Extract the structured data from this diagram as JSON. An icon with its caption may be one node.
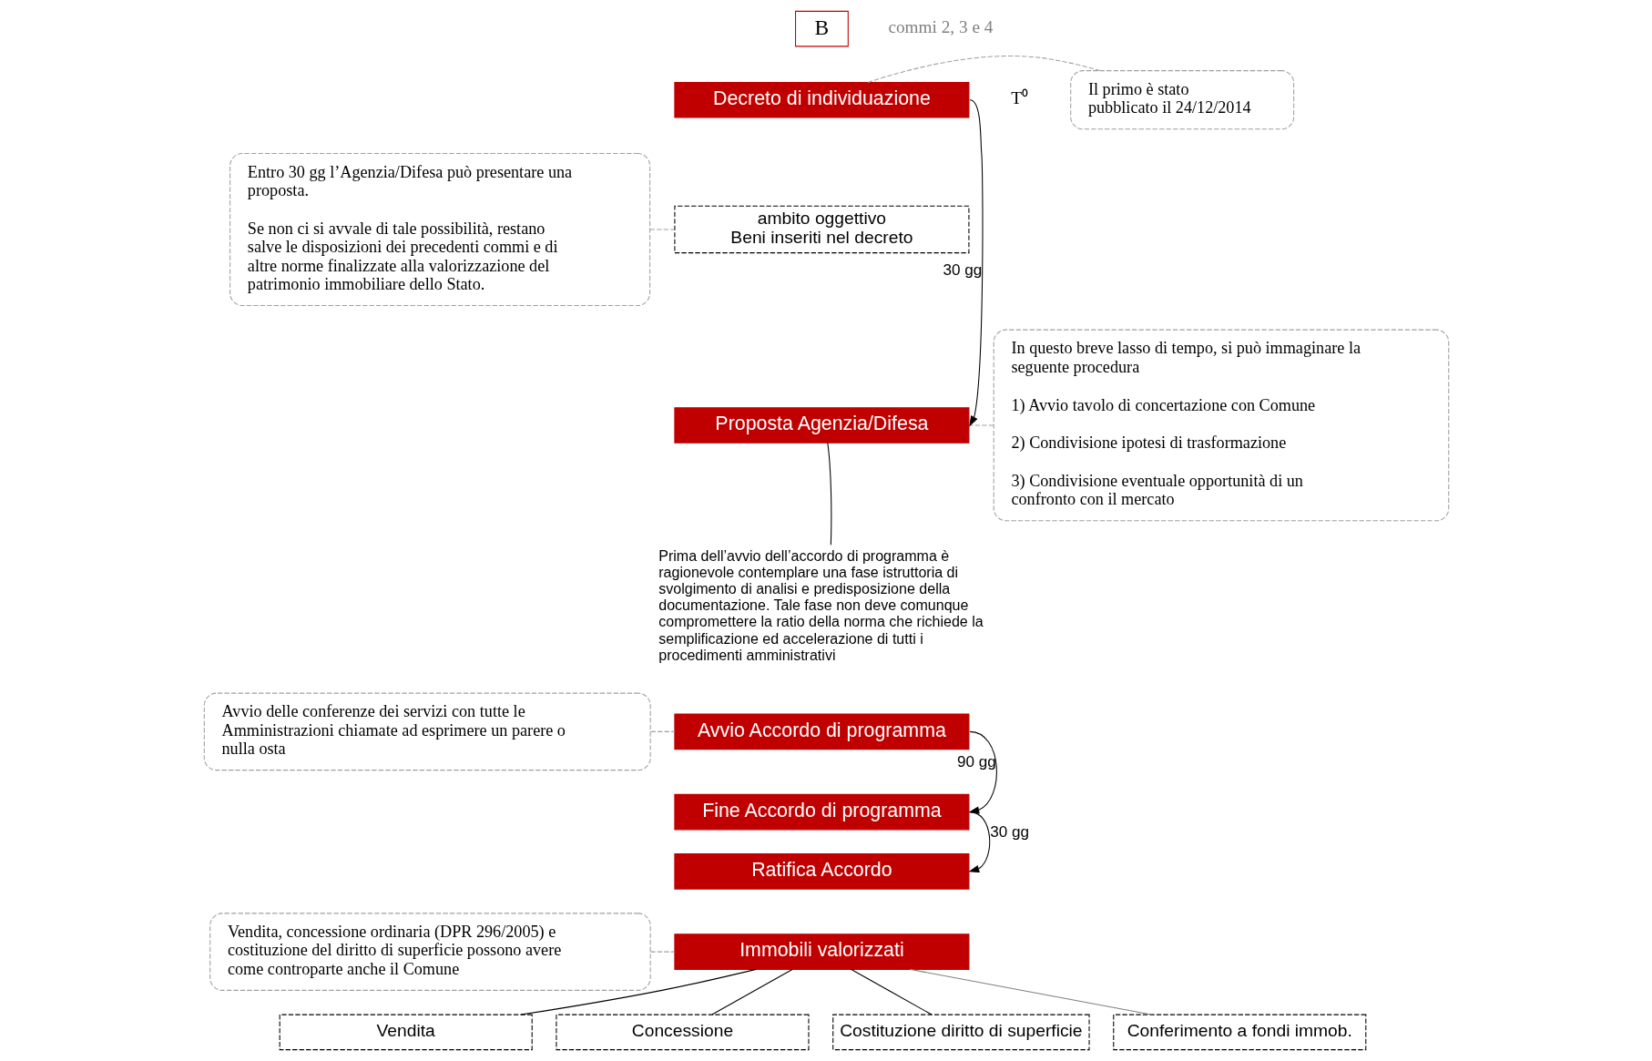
{
  "diagram": {
    "nodes": [
      {
        "text": [
          "Entro 30 gg l’Agenzia/Difesa **può** presentare una proposta.",
          "Se non ci si avvale di tale possibilità, restano salve le disposizioni dei precedenti commi e di altre norme finalizzate alla valorizzazione del patrimonio immobiliare dello Stato."
        ]
      },
      {
        "text": [
          "In questo breve lasso di tempo, si può immaginare la seguente procedura",
          "1) Avvio tavolo di concertazione con Comune",
          "2) Condivisione ipotesi di trasformazione",
          "3) Condivisione eventuale opportunità di un confronto con il mercato"
        ]
      },
      {
        "text": [
          "Avvio delle conferenze dei servizi con tutte le Amministrazioni chiamate ad esprimere un parere o nulla osta"
        ]
      },
      {
        "text": [
          "Vendita, concessione ordinaria (DPR 296/2005) e costituzione del diritto di superficie possono avere come controparte anche il Comune"
        ]
      },
      {
        "text": [
          "B"
        ],
        "beside": [
          "commi 2, 3 e 4"
        ]
      },
      {
        "text": [
          "Decreto di individuazione"
        ]
      },
      {
        "text": [
          "ambito oggettivo",
          "Beni inseriti nel decreto"
        ]
      },
      {
        "text": [
          "Proposta Agenzia/Difesa"
        ]
      },
      {
        "text": [
          "Prima dell’avvio dell’accordo di programma è ragionevole contemplare una fase istruttoria di svolgimento di analisi e predisposizione della documentazione. Tale fase non deve comunque compromettere la ratio della norma che richiede la semplificazione ed accelerazione di tutti i procedimenti amministrativi"
        ]
      },
      {
        "text": [
          "Avvio Accordo di programma"
        ]
      },
      {
        "text": [
          "Fine Accordo di programma"
        ]
      },
      {
        "text": [
          "Ratifica Accordo"
        ]
      },
      {
        "text": [
          "Immobili valorizzati"
        ]
      },
      {
        "text": [
          "Vendita"
        ]
      },
      {
        "text": [
          "Concessione"
        ]
      },
      {
        "text": [
          "Costituzione diritto di superficie"
        ]
      },
      {
        "text": [
          "Conferimento a fondi immob."
        ]
      },
      {
        "text": [
          "Il primo è stato pubblicato il 24/12/2014"
        ]
      }
    ],
    "edges": [
      {
        "from": 5,
        "to": 7,
        "label": "30 gg",
        "arrow": "to"
      },
      {
        "from": 7,
        "to": 8,
        "arrow": "none"
      },
      {
        "from": 9,
        "to": 10,
        "label": "90 gg",
        "arrow": "to"
      },
      {
        "from": 10,
        "to": 11,
        "label": "30 gg",
        "arrow": "to"
      },
      {
        "from": 12,
        "to": 13,
        "arrow": "none"
      },
      {
        "from": 12,
        "to": 14,
        "arrow": "none"
      },
      {
        "from": 12,
        "to": 15,
        "arrow": "none"
      },
      {
        "from": 12,
        "to": 16,
        "arrow": "none",
        "color": "#808080"
      },
      {
        "from": 0,
        "to": 6,
        "arrow": "none",
        "style": "dashed",
        "color": "#a0a0a0"
      },
      {
        "from": 1,
        "to": 7,
        "arrow": "none",
        "style": "dashed",
        "color": "#a0a0a0"
      },
      {
        "from": 2,
        "to": 9,
        "arrow": "none",
        "style": "dashed",
        "color": "#a0a0a0"
      },
      {
        "from": 3,
        "to": 12,
        "arrow": "none",
        "style": "dashed",
        "color": "#a0a0a0"
      },
      {
        "from": 17,
        "to": 5,
        "arrow": "none",
        "style": "dashed",
        "color": "#a0a0a0"
      }
    ],
    "labels": [
      "T⁰"
    ]
  }
}
